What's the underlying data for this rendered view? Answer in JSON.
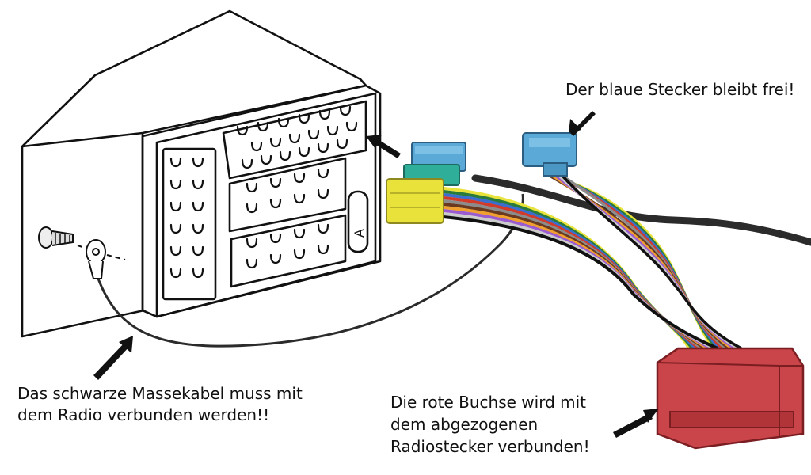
{
  "annotations": {
    "blue_connector": [
      "Der blaue Stecker bleibt frei!"
    ],
    "ground_cable": [
      "Das schwarze Massekabel muss mit",
      "dem Radio verbunden werden!!"
    ],
    "red_socket": [
      "Die rote Buchse wird mit",
      "dem abgezogenen",
      "Radiostecker verbunden!"
    ]
  },
  "radio": {
    "slot_letter": "A"
  },
  "colors": {
    "blue_plug": "#5aa9d6",
    "green_plug": "#2fae9a",
    "yellow_plug": "#e8e23a",
    "red_socket": "#c9454a",
    "cable_black": "#2b2b2b",
    "wires": [
      "#e8e23a",
      "#2a7a3a",
      "#3a6fd0",
      "#d23a2a",
      "#8c8c8c",
      "#6a3a20",
      "#f0a030",
      "#9a5ad0",
      "#ffffff",
      "#111111"
    ]
  }
}
